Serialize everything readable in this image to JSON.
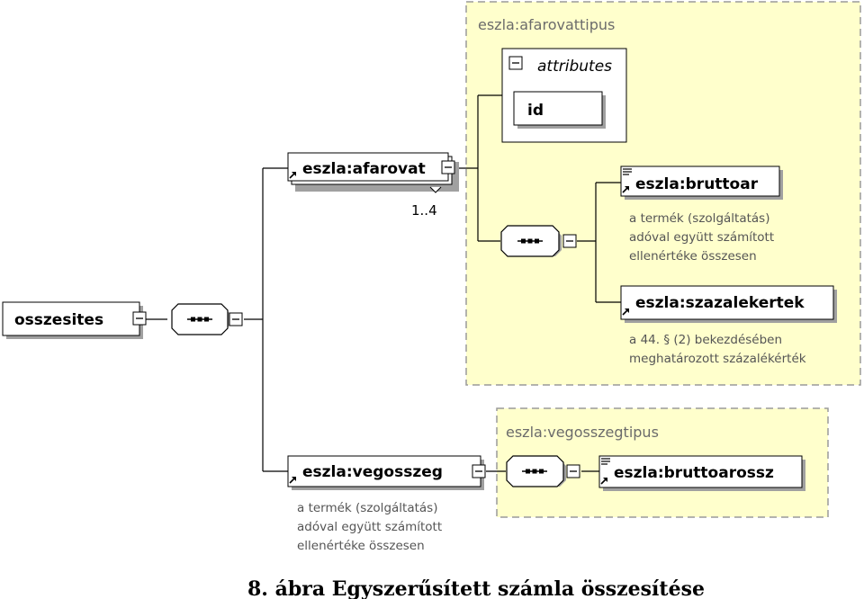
{
  "diagram": {
    "root_element": "osszesites",
    "afarovat": {
      "type_name": "eszla:afarovattipus",
      "element": "eszla:afarovat",
      "multiplicity": "1..4",
      "attributes_label": "attributes",
      "attribute_id": "id",
      "children": [
        {
          "name": "eszla:bruttoar",
          "note": [
            "a termék (szolgáltatás)",
            "adóval együtt számított",
            "ellenértéke összesen"
          ]
        },
        {
          "name": "eszla:szazalekertek",
          "note": [
            "a 44. § (2) bekezdésében",
            "meghatározott százalékérték"
          ]
        }
      ]
    },
    "vegosszeg": {
      "type_name": "eszla:vegosszegtipus",
      "element": "eszla:vegosszeg",
      "note": [
        "a termék (szolgáltatás)",
        "adóval együtt számított",
        "ellenértéke összesen"
      ],
      "child": "eszla:bruttoarossz"
    },
    "colors": {
      "type_box_fill": "#ffffcc",
      "type_box_border": "#9a9a9a",
      "element_fill": "#ffffff",
      "shadow": "#a0a0a0"
    }
  },
  "caption": "8. ábra Egyszerűsített számla összesítése"
}
